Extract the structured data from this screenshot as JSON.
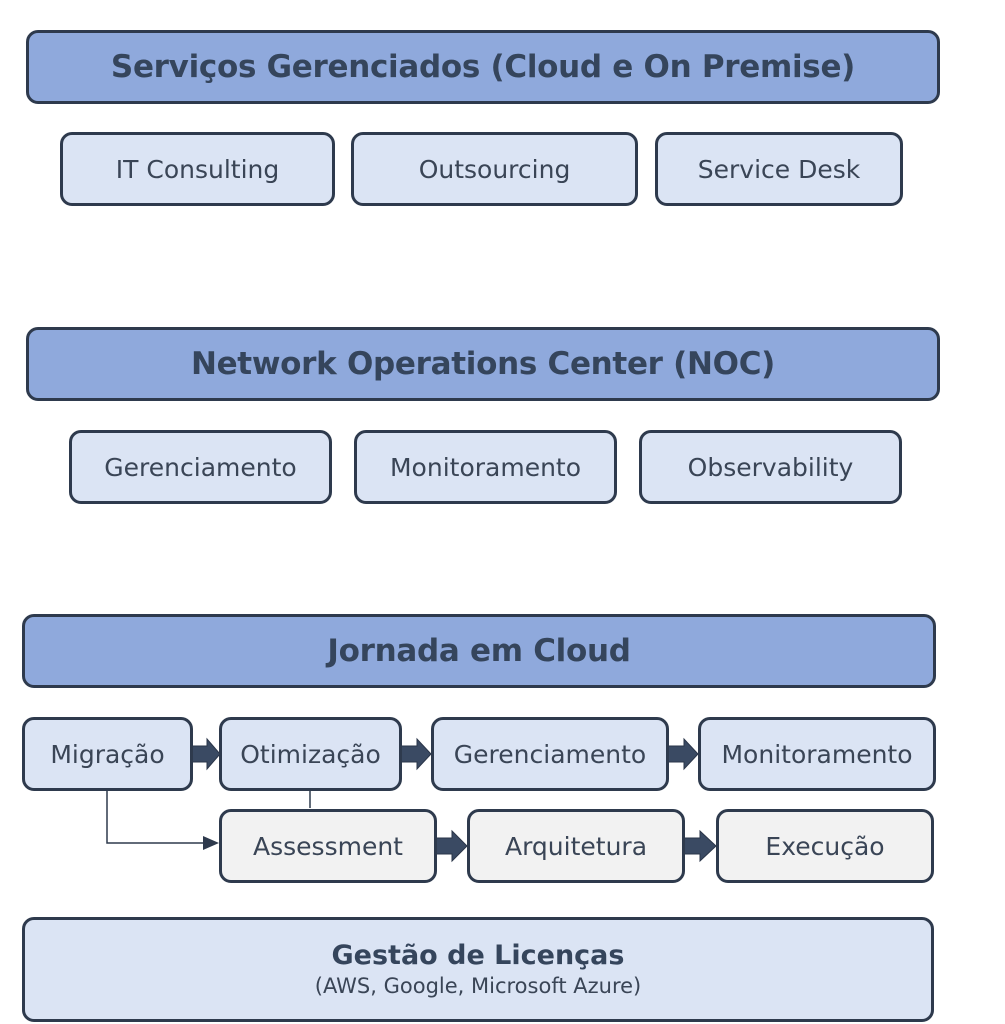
{
  "sections": {
    "managed_services": {
      "title": "Serviços Gerenciados (Cloud e On Premise)",
      "items": [
        "IT Consulting",
        "Outsourcing",
        "Service Desk"
      ]
    },
    "noc": {
      "title": "Network Operations Center (NOC)",
      "items": [
        "Gerenciamento",
        "Monitoramento",
        "Observability"
      ]
    },
    "cloud_journey": {
      "title": "Jornada em Cloud",
      "main_flow": [
        "Migração",
        "Otimização",
        "Gerenciamento",
        "Monitoramento"
      ],
      "sub_flow": [
        "Assessment",
        "Arquitetura",
        "Execução"
      ]
    },
    "licenses": {
      "title": "Gestão de Licenças",
      "subtitle": "(AWS, Google, Microsoft Azure)"
    }
  },
  "colors": {
    "header_fill": "#8fa9dc",
    "item_fill": "#dbe4f4",
    "substep_fill": "#f2f2f2",
    "border": "#2e3a4d",
    "text": "#35455c"
  }
}
